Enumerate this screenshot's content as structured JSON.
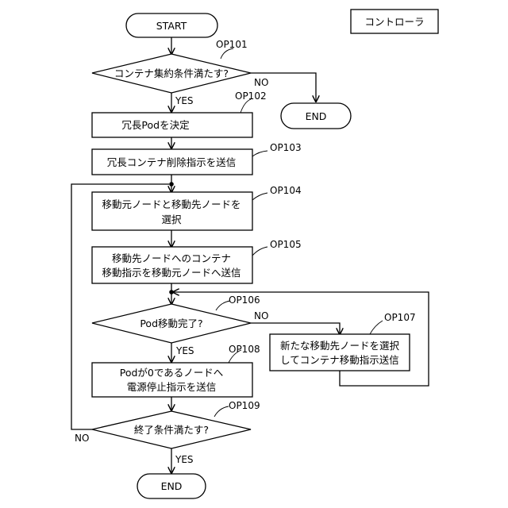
{
  "legend": "コントローラ",
  "start": "START",
  "end_top": "END",
  "end_bottom": "END",
  "steps": {
    "op101": {
      "id": "OP101",
      "text": "コンテナ集約条件満たす?"
    },
    "op102": {
      "id": "OP102",
      "text": "冗長Podを決定"
    },
    "op103": {
      "id": "OP103",
      "text": "冗長コンテナ削除指示を送信"
    },
    "op104": {
      "id": "OP104",
      "line1": "移動元ノードと移動先ノードを",
      "line2": "選択"
    },
    "op105": {
      "id": "OP105",
      "line1": "移動先ノードへのコンテナ",
      "line2": "移動指示を移動元ノードへ送信"
    },
    "op106": {
      "id": "OP106",
      "text": "Pod移動完了?"
    },
    "op107": {
      "id": "OP107",
      "line1": "新たな移動先ノードを選択",
      "line2": "してコンテナ移動指示送信"
    },
    "op108": {
      "id": "OP108",
      "line1": "Podが0であるノードへ",
      "line2": "電源停止指示を送信"
    },
    "op109": {
      "id": "OP109",
      "text": "終了条件満たす?"
    }
  },
  "branches": {
    "op101_no": "NO",
    "op101_yes": "YES",
    "op106_no": "NO",
    "op106_yes": "YES",
    "op109_no": "NO",
    "op109_yes": "YES"
  }
}
